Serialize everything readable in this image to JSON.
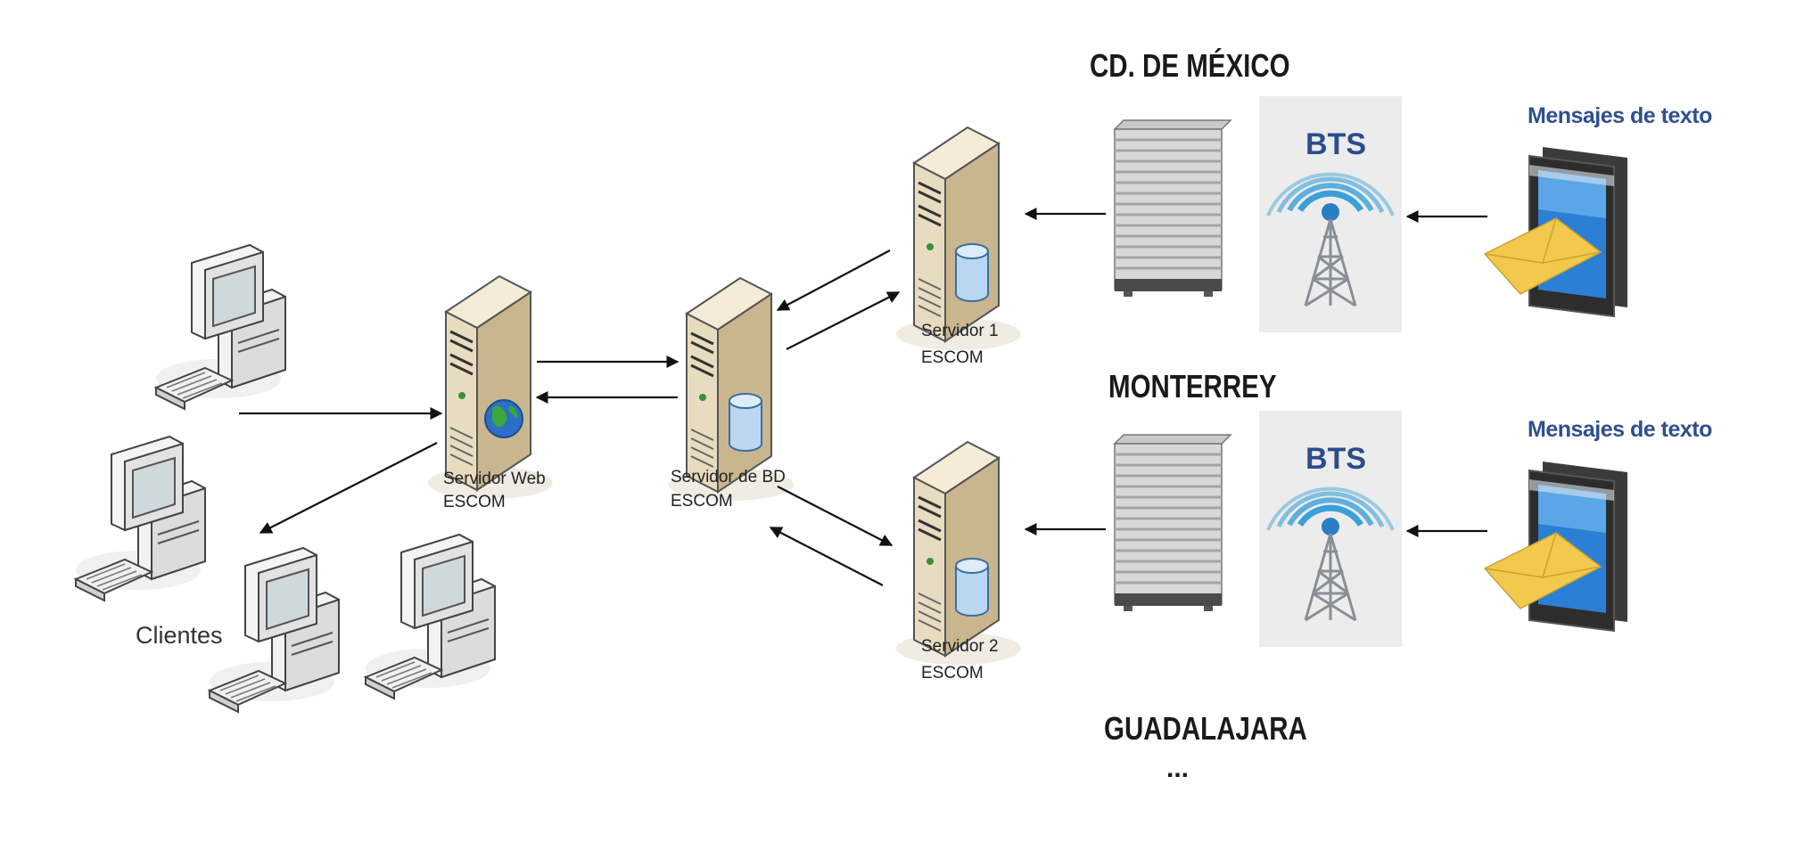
{
  "labels": {
    "city_1": "CD. DE MÉXICO",
    "city_2": "MONTERREY",
    "city_3": "GUADALAJARA",
    "ellipsis": "...",
    "clients": "Clientes",
    "web_server": [
      "Servidor Web",
      "ESCOM"
    ],
    "db_server": [
      "Servidor de BD",
      "ESCOM"
    ],
    "server_1": [
      "Servidor 1",
      "ESCOM"
    ],
    "server_2": [
      "Servidor 2",
      "ESCOM"
    ],
    "messages": "Mensajes de texto",
    "bts": "BTS"
  },
  "colors": {
    "server_body": "#e8dcc0",
    "server_side": "#c9b68e",
    "monitor": "#d9d9d9",
    "bts_blue": "#2a4d8c",
    "wave_blue": "#3aa0d8",
    "phone_screen": "#2b7fd4",
    "envelope": "#f2c94c"
  },
  "icons": {
    "client": "desktop-computer-icon",
    "server": "tower-server-icon",
    "globe": "globe-icon",
    "database": "database-cylinder-icon",
    "rack": "rack-server-icon",
    "antenna": "bts-antenna-icon",
    "phone": "smartphone-sms-icon"
  }
}
